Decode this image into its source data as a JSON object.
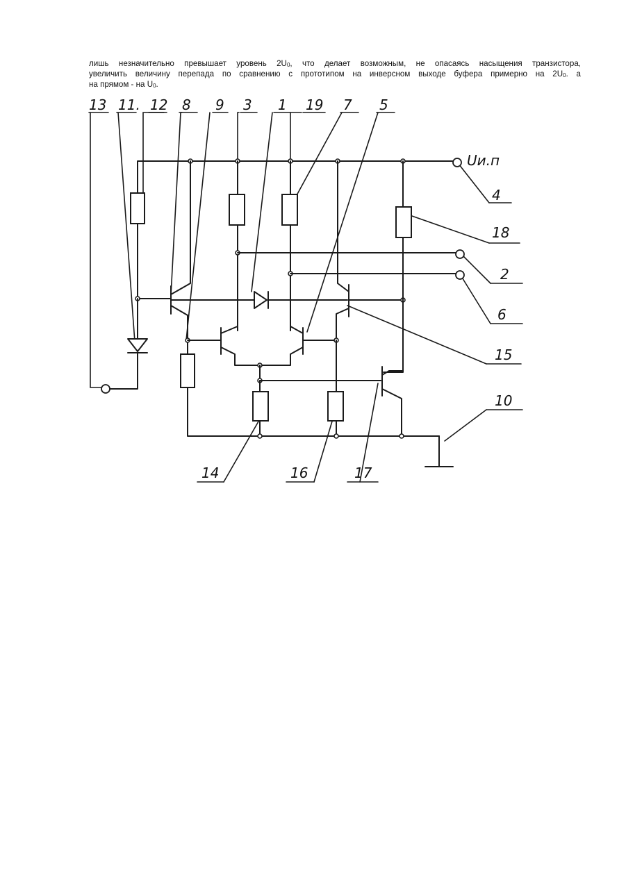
{
  "text": {
    "line1_a": "лишь незначительно превышает уровень 2U",
    "line1_sub": "0",
    "line1_b": ", что делает возможным, не опасаясь насыщения транзистора,",
    "line2_a": "увеличить величину перепада по сравнению с прототипом на инверсном выходе буфера примерно на 2U",
    "line2_sub": "0",
    "line2_b": ". а",
    "line3_a": "на прямом - на U",
    "line3_sub": "0",
    "line3_b": "."
  },
  "diagram": {
    "labels": {
      "l13": "13",
      "l11": "11.",
      "l12": "12",
      "l8": "8",
      "l9": "9",
      "l3": "3",
      "l1": "1",
      "l19": "19",
      "l7": "7",
      "l5": "5",
      "supply": "Uи.п",
      "l4": "4",
      "l18": "18",
      "l2": "2",
      "l6": "6",
      "l15": "15",
      "l10": "10",
      "l14": "14",
      "l16": "16",
      "l17": "17"
    }
  }
}
